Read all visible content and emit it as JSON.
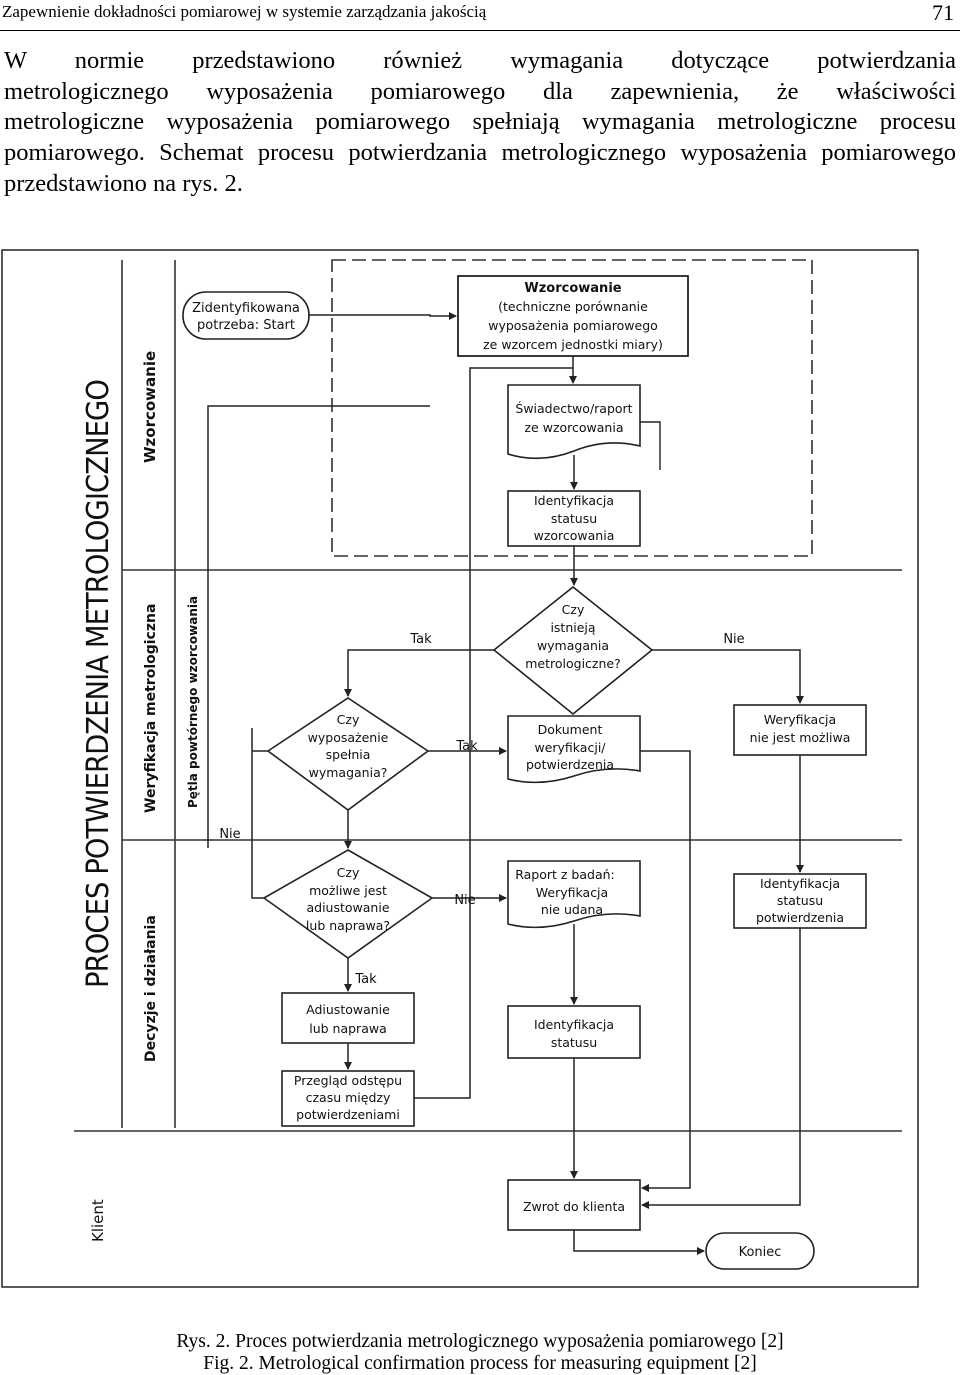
{
  "header": {
    "running_title": "Zapewnienie dokładności pomiarowej w systemie zarządzania jakością",
    "page_number": "71"
  },
  "paragraph": {
    "lines": [
      "W normie przedstawiono również wymagania dotyczące potwierdzania",
      "metrologicznego wyposażenia pomiarowego dla zapewnienia, że właściwości",
      "metrologiczne wyposażenia pomiarowego spełniają wymagania metrologiczne procesu",
      "pomiarowego. Schemat procesu potwierdzania metrologicznego wyposażenia pomiarowego",
      "przedstawiono na rys. 2."
    ]
  },
  "figure": {
    "main_title": "PROCES POTWIERDZENIA METROLOGICZNEGO",
    "lanes": {
      "wzorcowanie": "Wzorcowanie",
      "weryfikacja": "Weryfikacja metrologiczna",
      "petla": "Pętla powtórnego wzorcowania",
      "decyzje": "Decyzje i działania",
      "klient": "Klient"
    },
    "nodes": {
      "start": [
        "Zidentyfikowana",
        "potrzeba: Start"
      ],
      "wzorcowanie": [
        "Wzorcowanie",
        "(techniczne porównanie",
        "wyposażenia pomiarowego",
        "ze wzorcem jednostki miary)"
      ],
      "swiadectwo": [
        "Świadectwo/raport",
        "ze wzorcowania"
      ],
      "ident_wzorc": [
        "Identyfikacja",
        "statusu",
        "wzorcowania"
      ],
      "czy_istnieja": [
        "Czy",
        "istnieją",
        "wymagania",
        "metrologiczne?"
      ],
      "czy_spelnia": [
        "Czy",
        "wyposażenie",
        "spełnia",
        "wymagania?"
      ],
      "dokument": [
        "Dokument",
        "weryfikacji/",
        "potwierdzenia"
      ],
      "weryf_niemozliwa": [
        "Weryfikacja",
        "nie jest możliwa"
      ],
      "czy_adiustowanie": [
        "Czy",
        "możliwe jest",
        "adiustowanie",
        "lub naprawa?"
      ],
      "raport": [
        "Raport z badań:",
        "Weryfikacja",
        "nie udana"
      ],
      "ident_potw": [
        "Identyfikacja",
        "statusu",
        "potwierdzenia"
      ],
      "adiustowanie": [
        "Adiustowanie",
        "lub naprawa"
      ],
      "ident_statusu": [
        "Identyfikacja",
        "statusu"
      ],
      "przeglad": [
        "Przegląd odstępu",
        "czasu między",
        "potwierdzeniami"
      ],
      "zwrot": [
        "Zwrot do klienta"
      ],
      "koniec": [
        "Koniec"
      ]
    },
    "edge_labels": {
      "tak1": "Tak",
      "nie1": "Nie",
      "tak2": "Tak",
      "nie2": "Nie",
      "nie3": "Nie",
      "tak3": "Tak"
    }
  },
  "captions": {
    "pl": "Rys. 2. Proces potwierdzania metrologicznego wyposażenia pomiarowego [2]",
    "en": "Fig. 2. Metrological confirmation process for measuring equipment [2]"
  }
}
